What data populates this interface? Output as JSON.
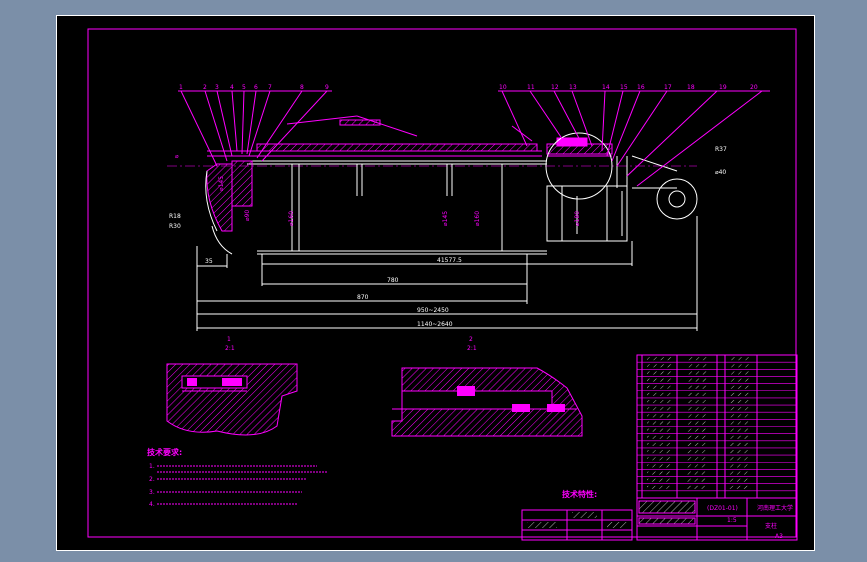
{
  "colors": {
    "line": "#ff00ff",
    "outline": "#ffffff",
    "background": "#000000",
    "window": "#7b8fa8"
  },
  "part_numbers": [
    "1",
    "2",
    "3",
    "4",
    "5",
    "6",
    "7",
    "8",
    "9",
    "10",
    "11",
    "12",
    "13",
    "14",
    "15",
    "16",
    "17",
    "18",
    "19",
    "20"
  ],
  "dimensions": {
    "d_top": "⌀",
    "r18": "R18",
    "r30": "R30",
    "d_rod": "⌀90",
    "d_bore": "⌀160",
    "d1": "⌀145",
    "d2": "⌀160",
    "d3": "⌀180",
    "d4": "⌀145",
    "r_pin": "R37",
    "d_pin": "⌀40",
    "dim_35": "35",
    "dim_stroke": "41577.5",
    "dim_780": "780",
    "dim_870": "870",
    "dim_950": "950~2450",
    "dim_1140": "1140~2640"
  },
  "details": {
    "d1_label": "1",
    "d1_scale": "2:1",
    "d2_label": "2",
    "d2_scale": "2:1"
  },
  "tech_req": {
    "heading": "技术要求:",
    "items": [
      "1.",
      "2.",
      "3.",
      "4."
    ]
  },
  "tech_props": {
    "heading": "技术特性:"
  },
  "title_block": {
    "school": "河南理工大学",
    "drawing_name": "支柱",
    "sheet": "A3",
    "scale": "1:5",
    "drawing_no": "(DZ01-01)"
  }
}
